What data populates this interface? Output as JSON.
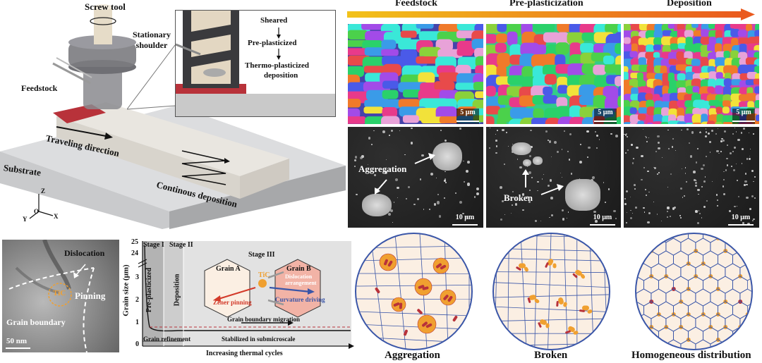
{
  "schematic": {
    "labels": {
      "screw_tool": "Screw tool",
      "stationary_shoulder": "Stationary\nshoulder",
      "feedstock": "Feedstock",
      "traveling_direction": "Traveling direction",
      "substrate": "Substrate",
      "continuous_deposition": "Continous deposition"
    },
    "axes": {
      "z": "Z",
      "y": "Y",
      "x": "X",
      "o": "O"
    },
    "inset": {
      "step1": "Sheared",
      "step2": "Pre-plasticized",
      "step3": "Thermo-plasticized",
      "step4": "deposition"
    }
  },
  "stages": {
    "feedstock": "Feedstock",
    "pre_plasticization": "Pre-plasticization",
    "deposition": "Deposition"
  },
  "scalebars": {
    "ebsd": "5 μm",
    "sem": "10 μm",
    "tem": "50 nm"
  },
  "sem_labels": {
    "aggregation": "Aggregation",
    "broken": "Broken"
  },
  "tem": {
    "dislocation": "Dislocation",
    "tic": "TiC",
    "pinning": "Pinning",
    "grain_boundary": "Grain boundary"
  },
  "grain_plot": {
    "ylabel": "Grain size (μm)",
    "xlabel": "Increasing thermal cycles",
    "yticks": [
      "25",
      "24",
      "3",
      "2",
      "1",
      "0"
    ],
    "stage1": "Stage I",
    "stage2": "Stage II",
    "stage3": "Stage III",
    "pre_plasticized": "Pre-plasticized",
    "deposition": "Deposition",
    "grain_a": "Grain A",
    "grain_b": "Grain B",
    "tic": "TiC",
    "dislocation_arrangement": "Dislocation\narrangement",
    "zener_pinning": "Zener pinning",
    "curvature_driving": "Curvature driving",
    "gb_migration": "Grain boundary migration",
    "grain_refinement": "Grain refinement",
    "stabilized": "Stabilized in submicroscale"
  },
  "schematic_captions": {
    "aggregation": "Aggregation",
    "broken": "Broken",
    "homogeneous": "Homogeneous distribution"
  },
  "colors": {
    "arrow_start": "#f2c21a",
    "arrow_end": "#ea5a1e",
    "deposit_red": "#b8323a",
    "tic_orange": "#f0a030",
    "boundary_blue": "#3a56a8"
  }
}
